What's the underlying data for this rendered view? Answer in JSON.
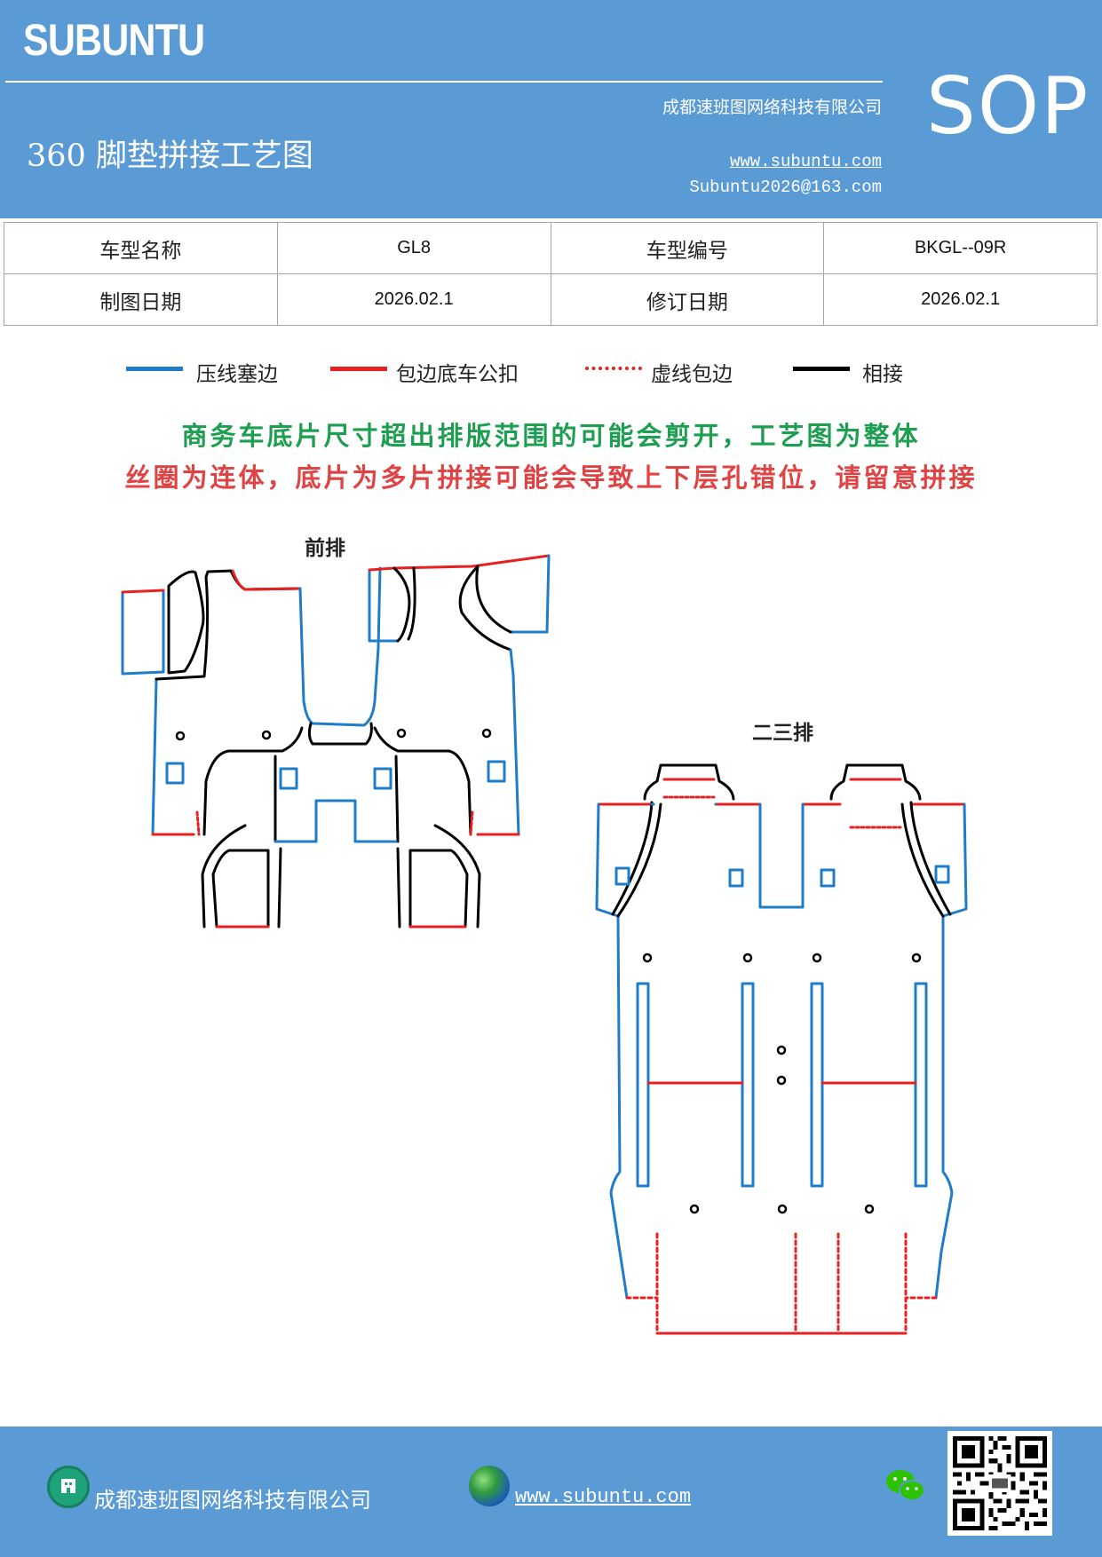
{
  "header": {
    "brand": "SUBUNTU",
    "company": "成都速班图网络科技有限公司",
    "title": "360 脚垫拼接工艺图",
    "website": "www.subuntu.com",
    "email": "Subuntu2026@163.com",
    "badge": "SOP"
  },
  "info_table": {
    "model_name_label": "车型名称",
    "model_name_value": "GL8",
    "model_code_label": "车型编号",
    "model_code_value": "BKGL--09R",
    "draw_date_label": "制图日期",
    "draw_date_value": "2026.02.1",
    "revise_date_label": "修订日期",
    "revise_date_value": "2026.02.1"
  },
  "legend": [
    {
      "label": "压线塞边",
      "color": "#1f7cc9",
      "style": "solid"
    },
    {
      "label": "包边底车公扣",
      "color": "#e8201f",
      "style": "solid"
    },
    {
      "label": "虚线包边",
      "color": "#e8201f",
      "style": "dotted"
    },
    {
      "label": "相接",
      "color": "#000000",
      "style": "solid"
    }
  ],
  "notes": {
    "line1": "商务车底片尺寸超出排版范围的可能会剪开，工艺图为整体",
    "line2": "丝圈为连体，底片为多片拼接可能会导致上下层孔错位，请留意拼接"
  },
  "sections": {
    "front": "前排",
    "rear": "二三排"
  },
  "footer": {
    "company": "成都速班图网络科技有限公司",
    "website": "www.subuntu.com "
  },
  "colors": {
    "header_bg": "#5b9bd5",
    "blue_line": "#1f7cc9",
    "red_line": "#e8201f",
    "note_green": "#1e9e50",
    "note_red": "#e04343"
  },
  "icons": {
    "company": "building-icon",
    "web": "globe-icon",
    "wechat": "wechat-icon",
    "qr": "qr-code"
  }
}
